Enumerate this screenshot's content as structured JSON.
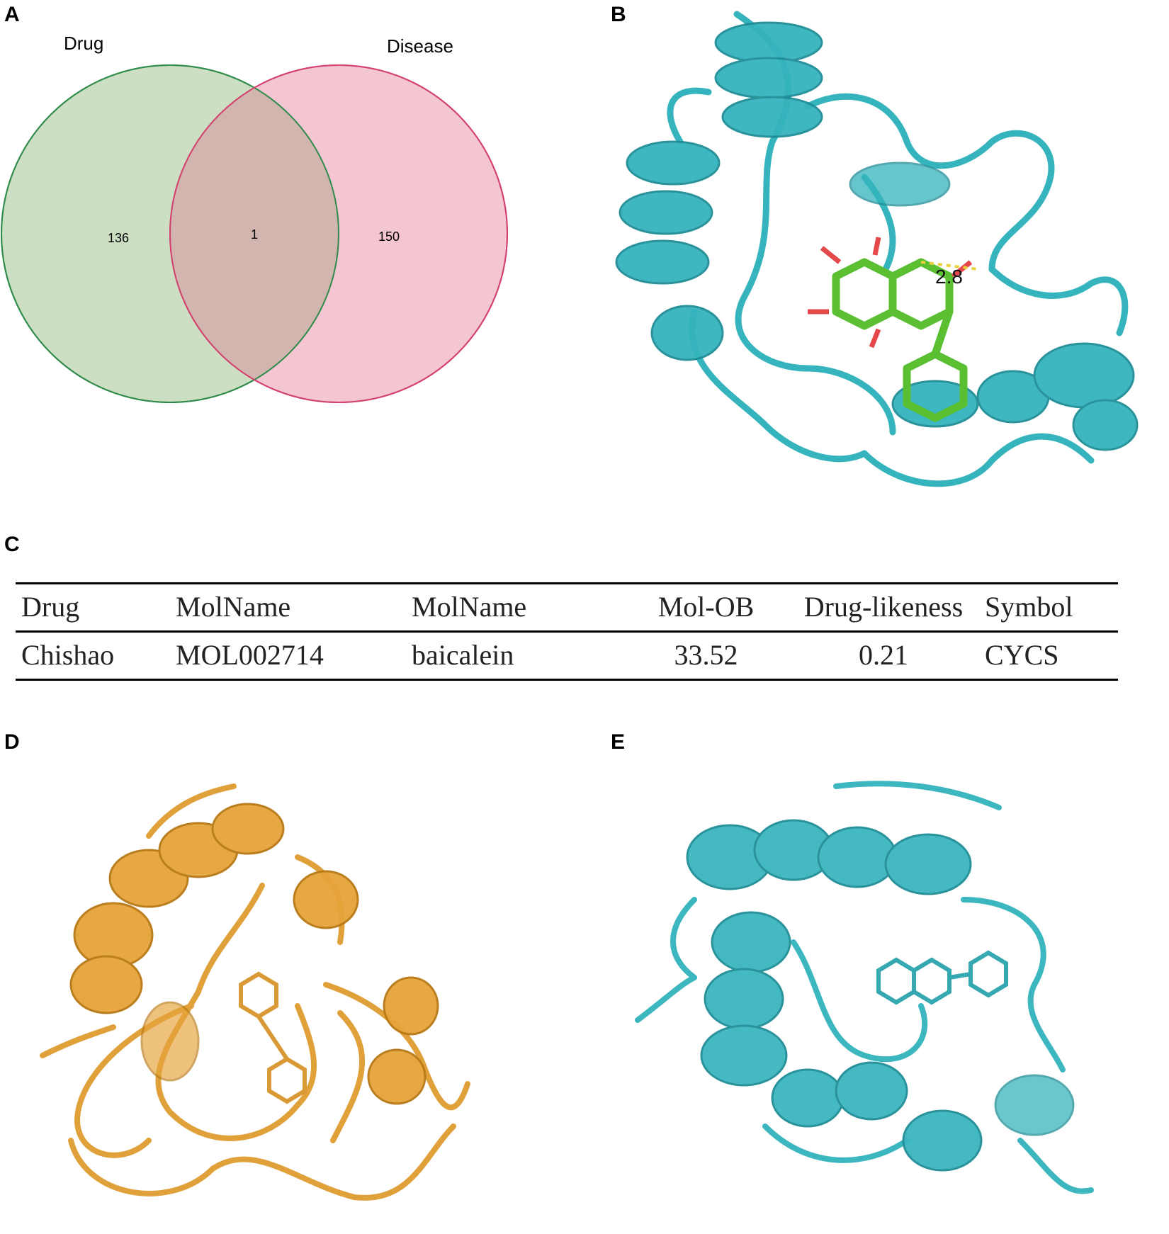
{
  "panels": {
    "a": "A",
    "b": "B",
    "c": "C",
    "d": "D",
    "e": "E"
  },
  "venn": {
    "left_label": "Drug",
    "right_label": "Disease",
    "left_only": "136",
    "overlap": "1",
    "right_only": "150",
    "colors": {
      "left_fill": "#cddfc3",
      "left_stroke": "#2e8b4a",
      "right_fill": "#f3c6d2",
      "right_stroke": "#d3416e",
      "overlap_fill": "#d2b5ae"
    }
  },
  "docking": {
    "distance_label": "2.8",
    "protein_color_cyan": "#35b4bd",
    "protein_color_orange": "#e6a43b",
    "ligand_color": "#5bbf32"
  },
  "table": {
    "headers": [
      "Drug",
      "MolName",
      "MolName",
      "Mol-OB",
      "Drug-likeness",
      "Symbol"
    ],
    "rows": [
      [
        "Chishao",
        "MOL002714",
        "baicalein",
        "33.52",
        "0.21",
        "CYCS"
      ]
    ]
  }
}
